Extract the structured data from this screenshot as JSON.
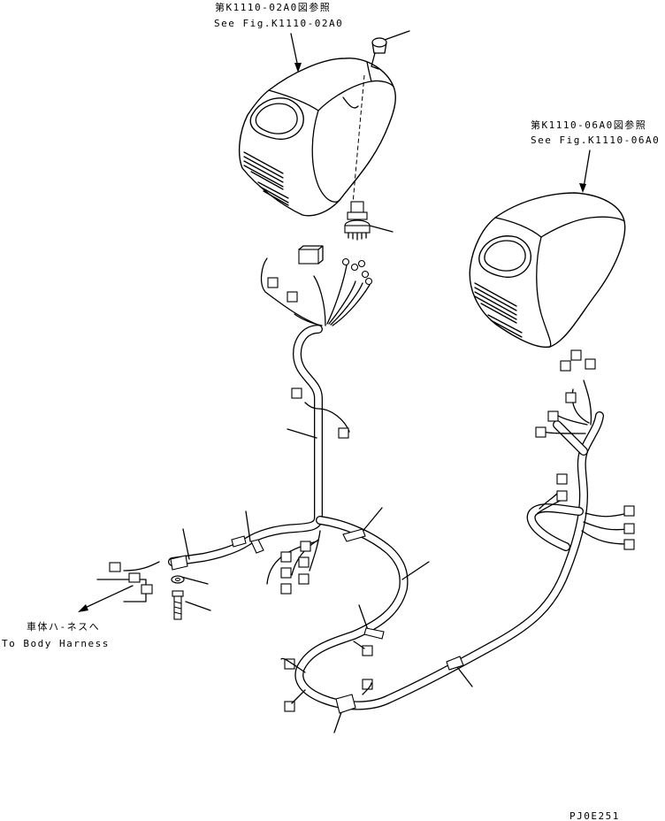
{
  "labels": {
    "ref_left_jp": "第K1110-02A0図参照",
    "ref_left_en": "See Fig.K1110-02A0",
    "ref_right_jp": "第K1110-06A0図参照",
    "ref_right_en": "See Fig.K1110-06A0",
    "body_harness_jp": "車体ハ-ネスへ",
    "body_harness_en": "To Body Harness",
    "drawing_code": "PJ0E251"
  }
}
